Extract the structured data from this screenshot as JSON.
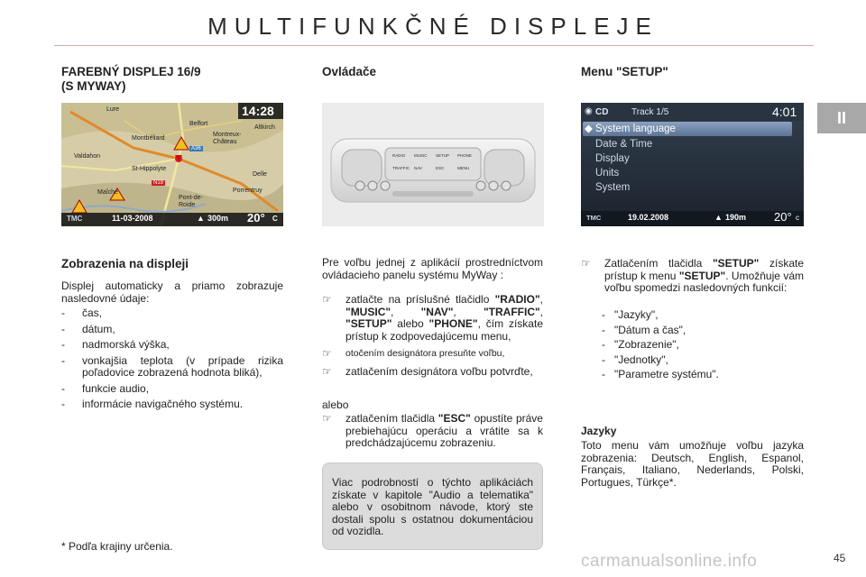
{
  "header": {
    "title": "MULTIFUNKČNÉ DISPLEJE",
    "chapter_tab": "II"
  },
  "col1": {
    "heading_line1": "FAREBNÝ DISPLEJ 16/9",
    "heading_line2": "(S MYWAY)",
    "map": {
      "time": "14:28",
      "date": "11-03-2008",
      "altitude": "300m",
      "temperature": "20°",
      "temp_unit": "C",
      "tmc": "TMC",
      "places": [
        "Lure",
        "Belfort",
        "Montreux-Château",
        "Montbéliard",
        "Valdahon",
        "St-Hippolyte",
        "Maîche",
        "Pont-de-Roide",
        "Porrentruy",
        "Delle",
        "Altkirch"
      ],
      "signs": [
        "A36",
        "N19"
      ]
    },
    "subheading": "Zobrazenia na displeji",
    "intro": "Displej automaticky a priamo zobrazuje nasledovné údaje:",
    "items": [
      "čas,",
      "dátum,",
      "nadmorská výška,",
      "vonkajšia teplota (v prípade rizika poľadovice zobrazená hodnota bliká),",
      "funkcie audio,",
      "informácie navigačného systému."
    ],
    "footnote": "* Podľa krajiny určenia."
  },
  "col2": {
    "heading": "Ovládače",
    "panel_buttons": [
      "RADIO",
      "MUSIC",
      "SETUP",
      "PHONE",
      "TRAFFIC",
      "NAV",
      "ESC",
      "MENU"
    ],
    "intro": "Pre voľbu jednej z aplikácií prostredníctvom ovládacieho panelu systému MyWay :",
    "step1_prefix": "zatlačte na príslušné tlačidlo",
    "key_radio": "\"RADIO\"",
    "key_music": "\"MUSIC\"",
    "key_nav": "\"NAV\"",
    "key_traffic": "\"TRAFFIC\"",
    "key_setup": "\"SETUP\"",
    "or_word": "alebo",
    "key_phone": "\"PHONE\"",
    "step1_suffix": ", čím získate prístup k zodpovedajúcemu menu,",
    "step2": "otočením designátora presuňte voľbu,",
    "step3": "zatlačením designátora voľbu potvrďte,",
    "alebo": "alebo",
    "step4_prefix": "zatlačením tlačidla",
    "key_esc": "\"ESC\"",
    "step4_suffix": "opustíte práve prebiehajúcu operáciu a vrátite sa k predchádzajúcemu zobrazeniu.",
    "infobox": "Viac podrobností o týchto aplikáciách získate v kapitole \"Audio a telematika\" alebo v osobitnom návode, ktorý ste dostali spolu s ostatnou dokumentáciou od vozidla."
  },
  "col3": {
    "heading": "Menu \"SETUP\"",
    "screen": {
      "source": "CD",
      "track": "Track 1/5",
      "time": "4:01",
      "menu": [
        "System language",
        "Date & Time",
        "Display",
        "Units",
        "System"
      ],
      "date": "19.02.2008",
      "altitude": "190m",
      "temperature": "20°",
      "temp_unit": "c",
      "tmc": "TMC"
    },
    "text_prefix": "Zatlačením tlačidla",
    "key_setup": "\"SETUP\"",
    "text_mid": "získate prístup k menu",
    "key_setup2": "\"SETUP\"",
    "text_suffix": ". Umožňuje vám voľbu spomedzi nasledovných funkcií:",
    "functions": [
      "\"Jazyky\",",
      "\"Dátum a čas\",",
      "\"Zobrazenie\",",
      "\"Jednotky\",",
      "\"Parametre systému\"."
    ],
    "subheading": "Jazyky",
    "languages_text": "Toto menu vám umožňuje voľbu jazyka zobrazenia: Deutsch, English, Espanol, Français, Italiano, Nederlands, Polski, Portugues, Türkçe*."
  },
  "footer": {
    "page_number": "45",
    "watermark": "carmanualsonline.info"
  }
}
